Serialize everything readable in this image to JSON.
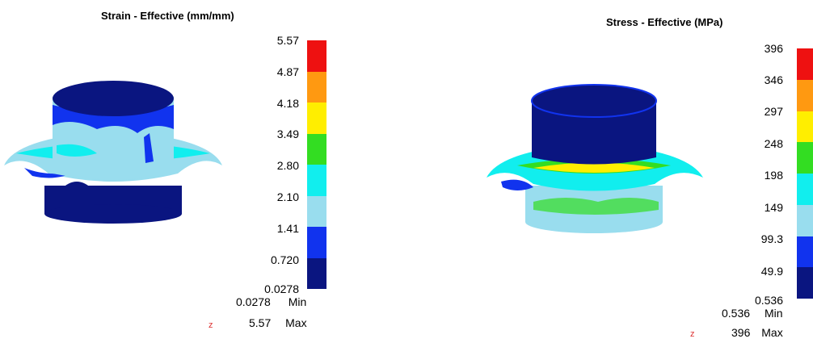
{
  "strain": {
    "title": "Strain - Effective (mm/mm)",
    "ticks": [
      "5.57",
      "4.87",
      "4.18",
      "3.49",
      "2.80",
      "2.10",
      "1.41",
      "0.720",
      "0.0278"
    ],
    "min_value": "0.0278",
    "min_label": "Min",
    "max_value": "5.57",
    "max_label": "Max",
    "axis_label": "z"
  },
  "stress": {
    "title": "Stress - Effective (MPa)",
    "ticks": [
      "396",
      "346",
      "297",
      "248",
      "198",
      "149",
      "99.3",
      "49.9",
      "0.536"
    ],
    "min_value": "0.536",
    "min_label": "Min",
    "max_value": "396",
    "max_label": "Max",
    "axis_label": "z"
  },
  "colors": {
    "legend_top_to_bottom": [
      "#ee1111",
      "#ff9911",
      "#ffee00",
      "#33dd22",
      "#11eeee",
      "#99ddee",
      "#1133ee",
      "#0a1580"
    ]
  }
}
